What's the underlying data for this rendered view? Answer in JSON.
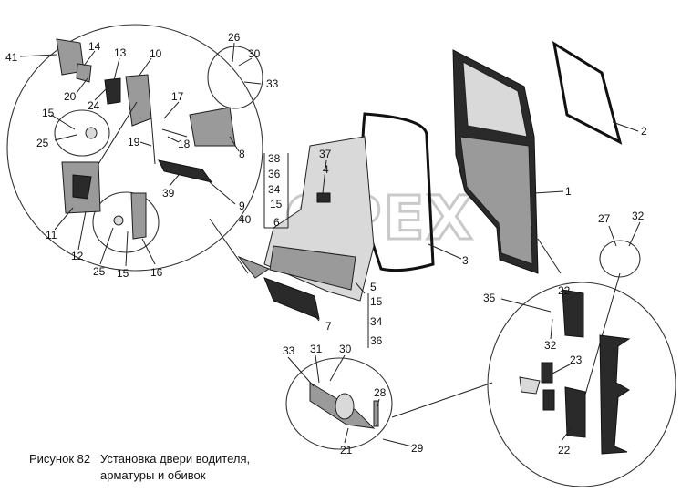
{
  "figure": {
    "number": "Рисунок 82",
    "caption_line1": "Установка двери водителя,",
    "caption_line2": "арматуры и обивок"
  },
  "watermark": "OPEX",
  "callouts": {
    "c41": "41",
    "c14": "14",
    "c13": "13",
    "c10": "10",
    "c26": "26",
    "c30a": "30",
    "c33a": "33",
    "c20": "20",
    "c24": "24",
    "c17": "17",
    "c15a": "15",
    "c25a": "25",
    "c19": "19",
    "c18": "18",
    "c8": "8",
    "c38": "38",
    "c36a": "36",
    "c34a": "34",
    "c15b": "15",
    "c6": "6",
    "c37": "37",
    "c4": "4",
    "c39": "39",
    "c9": "9",
    "c40": "40",
    "c11": "11",
    "c12": "12",
    "c25b": "25",
    "c15c": "15",
    "c16": "16",
    "c1": "1",
    "c2": "2",
    "c3": "3",
    "c27": "27",
    "c32a": "32",
    "c35": "35",
    "c22a": "22",
    "c32b": "32",
    "c23": "23",
    "c22b": "22",
    "c5": "5",
    "c15d": "15",
    "c34b": "34",
    "c36b": "36",
    "c7": "7",
    "c33b": "33",
    "c31": "31",
    "c30b": "30",
    "c28": "28",
    "c21": "21",
    "c29": "29"
  }
}
